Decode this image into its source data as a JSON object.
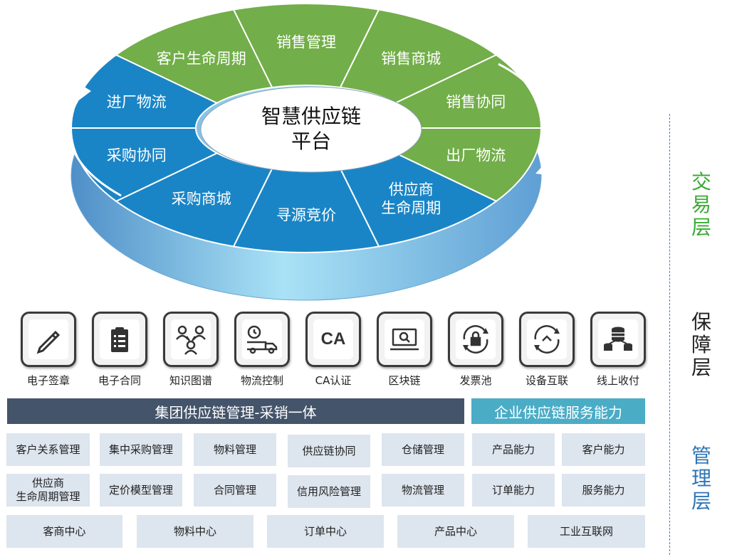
{
  "wheel": {
    "center_line1": "智慧供应链",
    "center_line2": "平台",
    "segments": [
      {
        "lines": [
          "销售管理"
        ],
        "color": "#72ae49"
      },
      {
        "lines": [
          "销售商城"
        ],
        "color": "#72ae49"
      },
      {
        "lines": [
          "销售协同"
        ],
        "color": "#72ae49"
      },
      {
        "lines": [
          "出厂物流"
        ],
        "color": "#72ae49"
      },
      {
        "lines": [
          "供应商",
          "生命周期"
        ],
        "color": "#1a85c6"
      },
      {
        "lines": [
          "寻源竞价"
        ],
        "color": "#1a85c6"
      },
      {
        "lines": [
          "采购商城"
        ],
        "color": "#1a85c6"
      },
      {
        "lines": [
          "采购协同"
        ],
        "color": "#1a85c6"
      },
      {
        "lines": [
          "进厂物流"
        ],
        "color": "#1a85c6"
      },
      {
        "lines": [
          "客户生命周期"
        ],
        "color": "#72ae49"
      }
    ]
  },
  "layers": {
    "trade": {
      "label": "交\n易\n层",
      "color": "#3aaa35"
    },
    "guarantee": {
      "label": "保\n障\n层",
      "color": "#222222"
    },
    "management": {
      "label": "管\n理\n层",
      "color": "#2e75b6"
    }
  },
  "icons": [
    {
      "name": "pencil-icon",
      "label": "电子签章"
    },
    {
      "name": "clipboard-icon",
      "label": "电子合同"
    },
    {
      "name": "people-network-icon",
      "label": "知识图谱"
    },
    {
      "name": "delivery-truck-icon",
      "label": "物流控制"
    },
    {
      "name": "ca-icon",
      "label": "CA认证",
      "text": "CA"
    },
    {
      "name": "laptop-search-icon",
      "label": "区块链"
    },
    {
      "name": "lock-cycle-icon",
      "label": "发票池"
    },
    {
      "name": "device-sync-icon",
      "label": "设备互联"
    },
    {
      "name": "database-network-icon",
      "label": "线上收付"
    }
  ],
  "bars": {
    "left": {
      "label": "集团供应链管理-采销一体",
      "color": "#44546a"
    },
    "right": {
      "label": "企业供应链服务能力",
      "color": "#4bacc6"
    }
  },
  "grid": {
    "row1": [
      "客户关系管理",
      "集中采购管理",
      "物料管理",
      "供应链协同",
      "仓储管理",
      "产品能力",
      "客户能力"
    ],
    "row2": [
      "供应商\n生命周期管理",
      "定价模型管理",
      "合同管理",
      "信用风险管理",
      "物流管理",
      "订单能力",
      "服务能力"
    ],
    "row3": [
      "客商中心",
      "物料中心",
      "订单中心",
      "产品中心",
      "工业互联网"
    ]
  }
}
